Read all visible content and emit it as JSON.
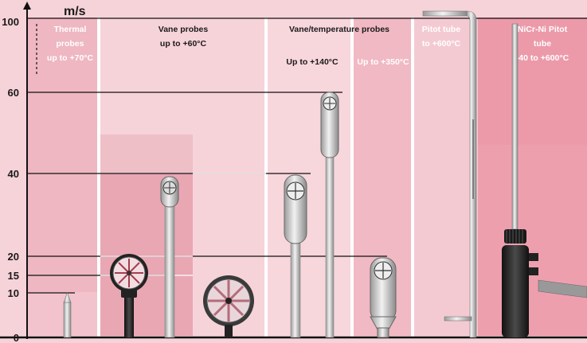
{
  "axis": {
    "unit": "m/s",
    "ticks": [
      "0",
      "10",
      "15",
      "20",
      "40",
      "60",
      "100"
    ]
  },
  "columns": [
    {
      "title_lines": [
        "Thermal",
        "probes",
        "up to +70°C"
      ]
    },
    {
      "title_lines": [
        "Vane probes",
        "up to +60°C"
      ]
    },
    {
      "title_lines": [
        "Vane/temperature probes"
      ],
      "sub_a": "Up to +140°C",
      "sub_b": "Up to +350°C"
    },
    {
      "title_lines": [
        "Pitot tube",
        "to +600°C"
      ]
    },
    {
      "title_lines": [
        "NiCr-Ni Pitot",
        "tube",
        "-40 to +600°C"
      ]
    }
  ],
  "colors": {
    "background": "#f6d3d9",
    "band_light": "#f8dbe0",
    "band_mid": "#f2c3cc",
    "band_dark": "#e9a6b3",
    "separator": "#ffffff",
    "gridline": "#111111"
  }
}
